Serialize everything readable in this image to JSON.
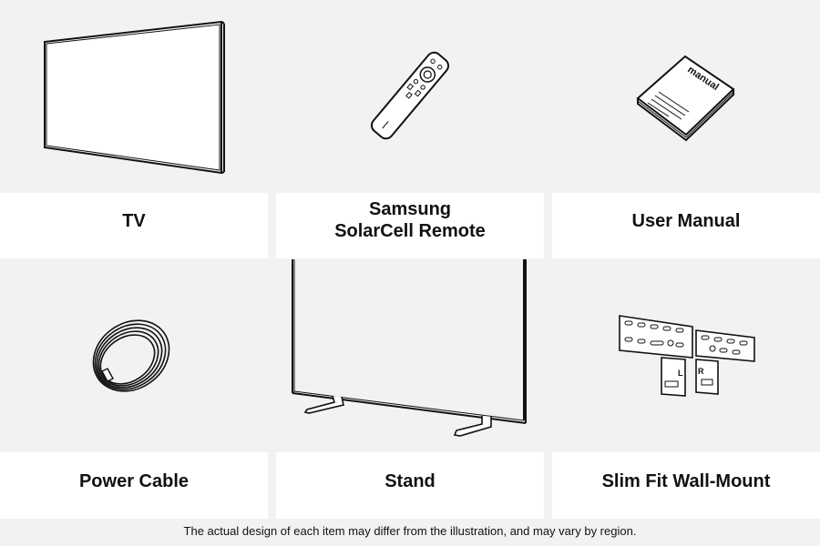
{
  "items": [
    {
      "label": "TV",
      "icon": "tv-icon"
    },
    {
      "label": "Samsung SolarCell Remote",
      "icon": "remote-icon"
    },
    {
      "label": "User Manual",
      "icon": "manual-icon",
      "manual_cover_text": "manual"
    },
    {
      "label": "Power Cable",
      "icon": "power-cable-icon"
    },
    {
      "label": "Stand",
      "icon": "stand-icon"
    },
    {
      "label": "Slim Fit Wall-Mount",
      "icon": "wall-mount-icon",
      "bracket_left": "L",
      "bracket_right": "R"
    }
  ],
  "footer": {
    "note": "The actual design of each item may differ from the illustration, and may vary by region."
  }
}
